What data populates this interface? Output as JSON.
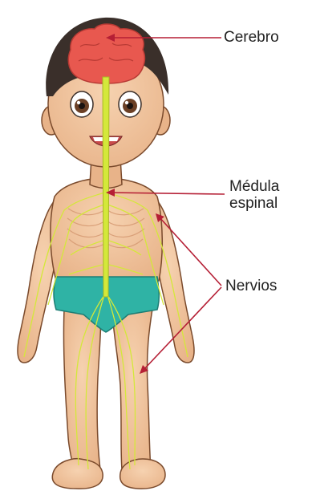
{
  "labels": {
    "cerebro": "Cerebro",
    "medula_line1": "Médula",
    "medula_line2": "espinal",
    "nervios": "Nervios"
  },
  "colors": {
    "pointer": "#b51f35",
    "nerve": "#d4e83a",
    "brain": "#e8584f",
    "skin": "#f2c7a0",
    "hair": "#3a2f2a",
    "shorts": "#2fb3a5"
  }
}
